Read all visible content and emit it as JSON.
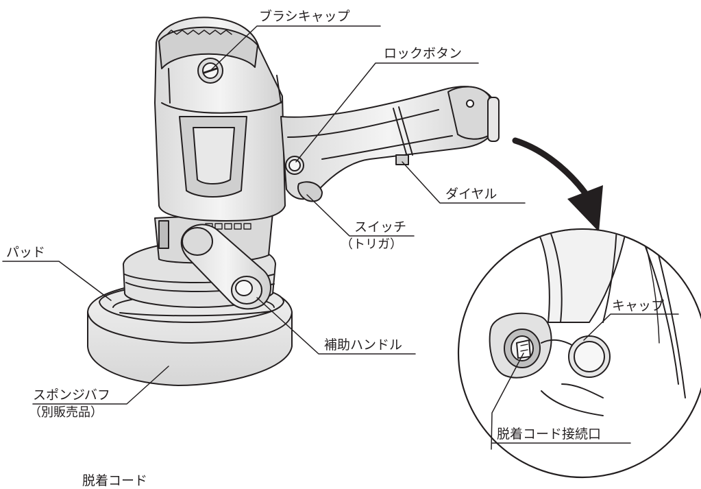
{
  "labels": {
    "brush_cap": "ブラシキャップ",
    "lock_button": "ロックボタン",
    "dial": "ダイヤル",
    "switch": "スイッチ",
    "trigger": "（トリガ）",
    "pad": "パッド",
    "aux_handle": "補助ハンドル",
    "sponge_buff": "スポンジバフ",
    "sold_separately": "（別販売品）",
    "cap": "キャップ",
    "detachable_cord_port": "脱着コード接続口",
    "detachable_cord_partial": "脱着コード"
  },
  "colors": {
    "line": "#231f20",
    "shade_light": "#e6e6e6",
    "shade_mid": "#cfcfcf",
    "shade_dark": "#9a9a9a",
    "body": "#ffffff"
  },
  "icons": {
    "arrow": "curved-arrow-down-right"
  }
}
